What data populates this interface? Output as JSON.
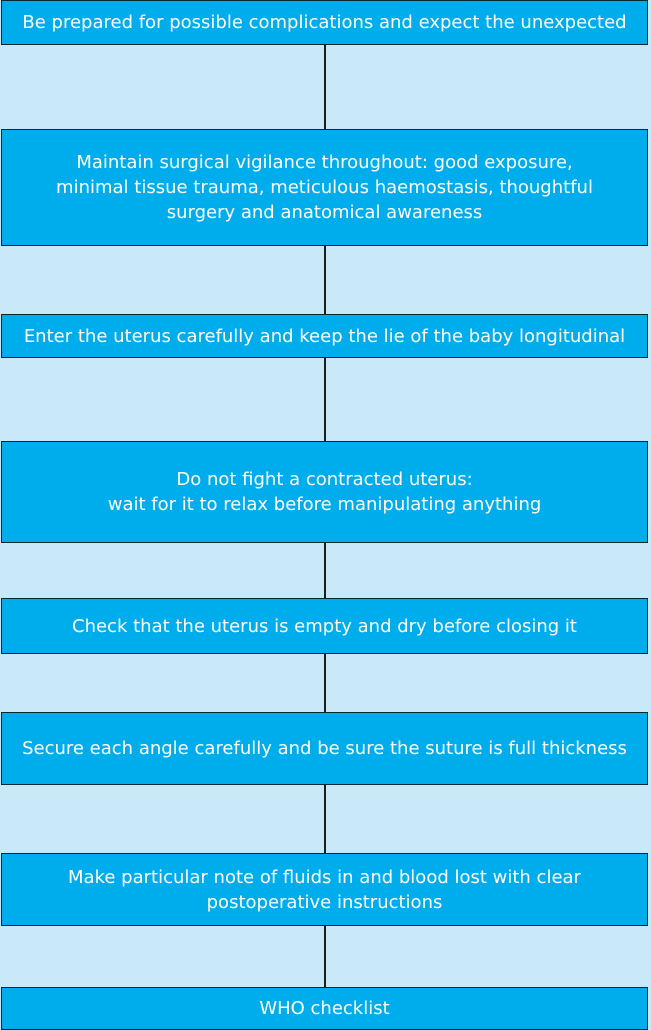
{
  "flowchart": {
    "steps": [
      "Be prepared for possible complications and expect the unexpected",
      "Maintain surgical vigilance throughout: good exposure,\nminimal tissue trauma, meticulous haemostasis, thoughtful\nsurgery and anatomical awareness",
      "Enter the uterus carefully and keep the lie of the baby longitudinal",
      "Do not fight a contracted uterus:\nwait for it to relax before manipulating anything",
      "Check that the uterus is empty and dry before closing it",
      "Secure each angle carefully and be sure the suture is full thickness",
      "Make particular note of fluids in and blood lost with clear\npostoperative instructions",
      "WHO checklist"
    ]
  },
  "colors": {
    "background": "#c9e9f8",
    "box_fill": "#00adec",
    "box_border": "#0a2630",
    "connector": "#1d1d1b",
    "text": "#ffffff"
  }
}
